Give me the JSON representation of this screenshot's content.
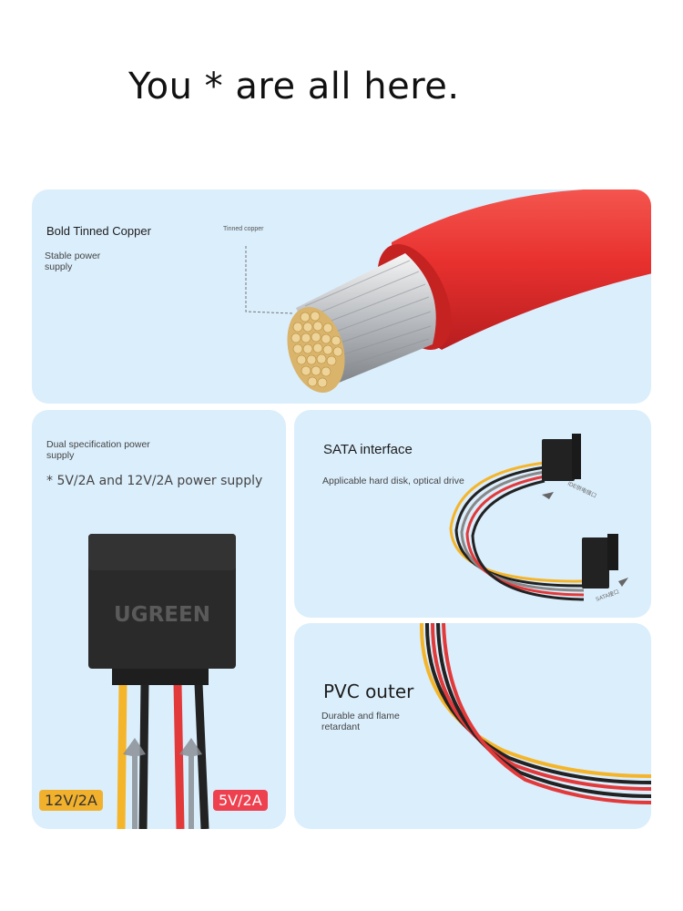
{
  "headline": "You * are all here.",
  "copper_card": {
    "title": "Bold Tinned Copper",
    "subtitle": "Stable power supply",
    "callout": "Tinned copper"
  },
  "dual_card": {
    "title": "Dual specification power supply",
    "spec": "* 5V/2A and 12V/2A power supply",
    "brand": "UGREEN",
    "badge_12v": "12V/2A",
    "badge_5v": "5V/2A"
  },
  "sata_card": {
    "title": "SATA interface",
    "subtitle": "Applicable hard disk, optical drive",
    "label_top": "IDE供电接口",
    "label_bottom": "SATA接口"
  },
  "pvc_card": {
    "title": "PVC outer",
    "subtitle": "Durable and flame retardant"
  },
  "colors": {
    "card_bg": "#dbeefc",
    "jacket_red": "#e8312f",
    "copper": "#e3c07a",
    "wire_yellow": "#f5b52a",
    "wire_red": "#e23a3a",
    "wire_black": "#222222",
    "badge_yellow": "#f2b12d",
    "badge_red": "#ee4150"
  }
}
